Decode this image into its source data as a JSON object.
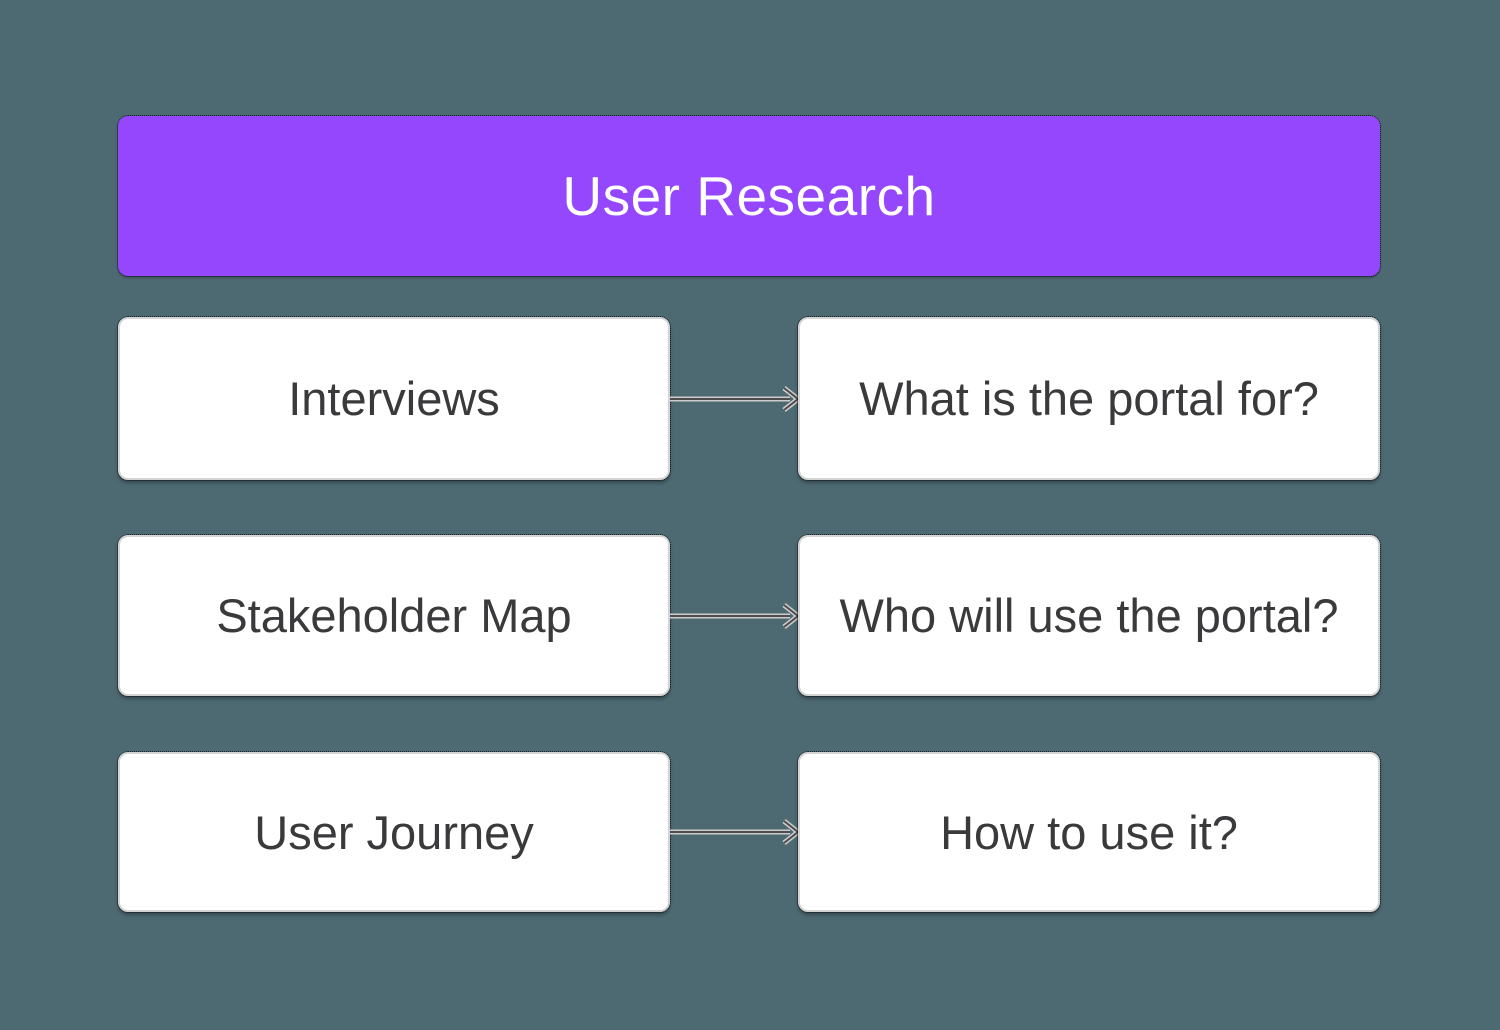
{
  "colors": {
    "background": "#4D6972",
    "header_fill": "#9447FC",
    "header_text": "#FFFFFF",
    "node_fill": "#FFFFFF",
    "node_border": "#D4D4D4",
    "node_text": "#3A3A3C",
    "connector_core": "#4D4D4D",
    "connector_halo": "#CCCCCC"
  },
  "header": {
    "title": "User Research"
  },
  "rows": [
    {
      "left": "Interviews",
      "right": "What is the portal for?"
    },
    {
      "left": "Stakeholder Map",
      "right": "Who will use the portal?"
    },
    {
      "left": "User Journey",
      "right": "How to use it?"
    }
  ]
}
